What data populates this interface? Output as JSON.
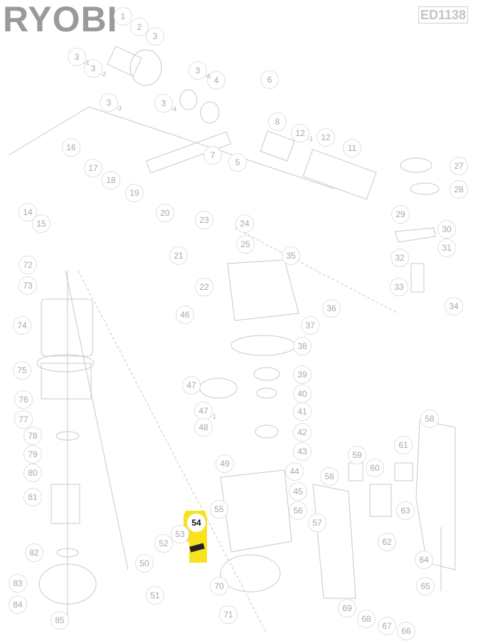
{
  "brand": "RYOBI",
  "model": "ED1138",
  "highlight": {
    "part": "54",
    "color": "#f7e21b"
  },
  "callouts": [
    {
      "num": "1",
      "sub": ""
    },
    {
      "num": "2",
      "sub": ""
    },
    {
      "num": "3",
      "sub": ""
    },
    {
      "num": "3",
      "sub": "-1"
    },
    {
      "num": "3",
      "sub": "-2"
    },
    {
      "num": "3",
      "sub": "-3"
    },
    {
      "num": "3",
      "sub": "-4"
    },
    {
      "num": "3",
      "sub": "-6"
    },
    {
      "num": "4",
      "sub": ""
    },
    {
      "num": "6",
      "sub": ""
    },
    {
      "num": "8",
      "sub": ""
    },
    {
      "num": "12",
      "sub": "-1"
    },
    {
      "num": "12",
      "sub": ""
    },
    {
      "num": "11",
      "sub": ""
    },
    {
      "num": "5",
      "sub": ""
    },
    {
      "num": "7",
      "sub": ""
    },
    {
      "num": "16",
      "sub": ""
    },
    {
      "num": "17",
      "sub": ""
    },
    {
      "num": "18",
      "sub": ""
    },
    {
      "num": "19",
      "sub": ""
    },
    {
      "num": "20",
      "sub": ""
    },
    {
      "num": "21",
      "sub": ""
    },
    {
      "num": "22",
      "sub": ""
    },
    {
      "num": "23",
      "sub": ""
    },
    {
      "num": "24",
      "sub": ""
    },
    {
      "num": "25",
      "sub": ""
    },
    {
      "num": "14",
      "sub": ""
    },
    {
      "num": "15",
      "sub": ""
    },
    {
      "num": "27",
      "sub": ""
    },
    {
      "num": "28",
      "sub": ""
    },
    {
      "num": "29",
      "sub": ""
    },
    {
      "num": "30",
      "sub": ""
    },
    {
      "num": "31",
      "sub": ""
    },
    {
      "num": "32",
      "sub": ""
    },
    {
      "num": "33",
      "sub": ""
    },
    {
      "num": "34",
      "sub": ""
    },
    {
      "num": "35",
      "sub": ""
    },
    {
      "num": "36",
      "sub": ""
    },
    {
      "num": "37",
      "sub": ""
    },
    {
      "num": "38",
      "sub": ""
    },
    {
      "num": "46",
      "sub": ""
    },
    {
      "num": "72",
      "sub": ""
    },
    {
      "num": "73",
      "sub": ""
    },
    {
      "num": "74",
      "sub": ""
    },
    {
      "num": "75",
      "sub": ""
    },
    {
      "num": "76",
      "sub": ""
    },
    {
      "num": "77",
      "sub": ""
    },
    {
      "num": "78",
      "sub": ""
    },
    {
      "num": "79",
      "sub": ""
    },
    {
      "num": "80",
      "sub": ""
    },
    {
      "num": "81",
      "sub": ""
    },
    {
      "num": "82",
      "sub": ""
    },
    {
      "num": "83",
      "sub": ""
    },
    {
      "num": "84",
      "sub": ""
    },
    {
      "num": "85",
      "sub": ""
    },
    {
      "num": "47",
      "sub": ""
    },
    {
      "num": "47",
      "sub": "-1"
    },
    {
      "num": "48",
      "sub": ""
    },
    {
      "num": "39",
      "sub": ""
    },
    {
      "num": "40",
      "sub": ""
    },
    {
      "num": "41",
      "sub": ""
    },
    {
      "num": "42",
      "sub": ""
    },
    {
      "num": "43",
      "sub": ""
    },
    {
      "num": "44",
      "sub": ""
    },
    {
      "num": "45",
      "sub": ""
    },
    {
      "num": "49",
      "sub": ""
    },
    {
      "num": "50",
      "sub": ""
    },
    {
      "num": "51",
      "sub": ""
    },
    {
      "num": "52",
      "sub": ""
    },
    {
      "num": "53",
      "sub": ""
    },
    {
      "num": "54",
      "sub": ""
    },
    {
      "num": "55",
      "sub": ""
    },
    {
      "num": "56",
      "sub": ""
    },
    {
      "num": "57",
      "sub": ""
    },
    {
      "num": "58",
      "sub": ""
    },
    {
      "num": "58",
      "sub": ""
    },
    {
      "num": "59",
      "sub": ""
    },
    {
      "num": "60",
      "sub": ""
    },
    {
      "num": "61",
      "sub": ""
    },
    {
      "num": "62",
      "sub": ""
    },
    {
      "num": "63",
      "sub": ""
    },
    {
      "num": "64",
      "sub": ""
    },
    {
      "num": "65",
      "sub": ""
    },
    {
      "num": "66",
      "sub": ""
    },
    {
      "num": "67",
      "sub": ""
    },
    {
      "num": "68",
      "sub": ""
    },
    {
      "num": "69",
      "sub": ""
    },
    {
      "num": "70",
      "sub": ""
    },
    {
      "num": "71",
      "sub": ""
    }
  ]
}
